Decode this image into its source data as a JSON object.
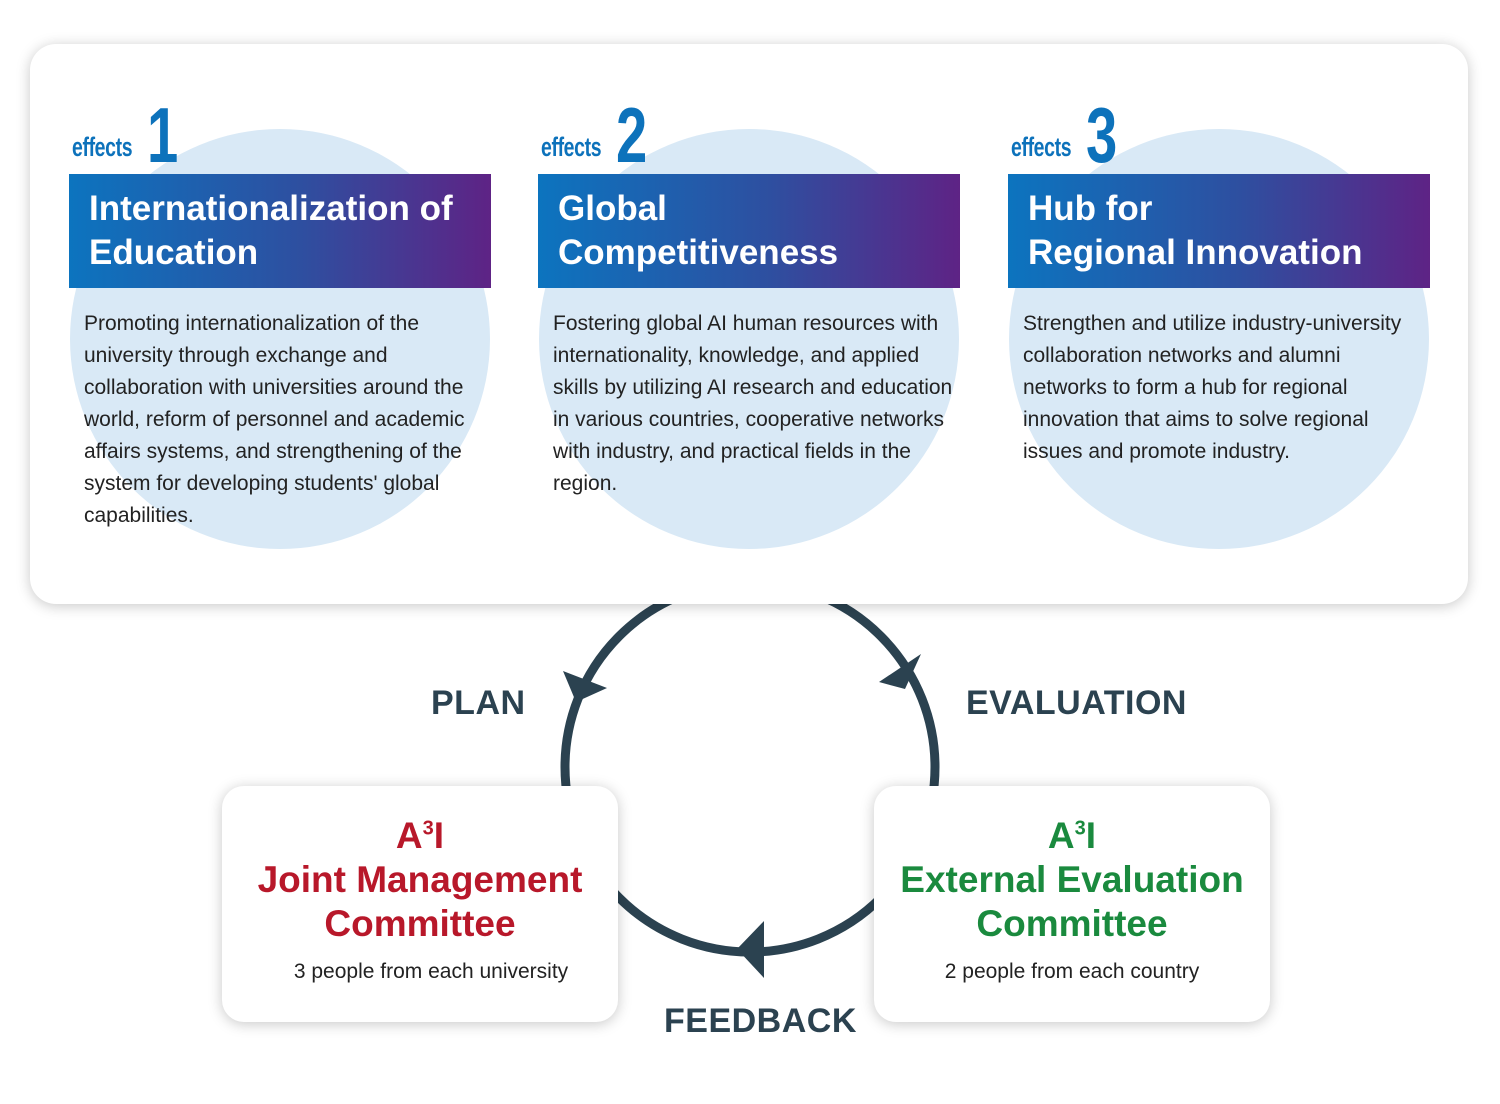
{
  "effects": [
    {
      "word": "effects",
      "number": "1",
      "title": "Internationalization of\nEducation",
      "description": "Promoting internationalization of the university through exchange and collaboration with universities around the world, reform of personnel and academic affairs systems, and strengthening of the system for developing students' global capabilities."
    },
    {
      "word": "effects",
      "number": "2",
      "title": "Global Competitiveness",
      "description": "Fostering global AI human resources with internationality, knowledge, and applied skills by utilizing AI research and education in various countries, cooperative networks with industry, and practical fields in the region."
    },
    {
      "word": "effects",
      "number": "3",
      "title": "Hub for\nRegional Innovation",
      "description": "Strengthen and utilize industry-university collaboration networks and alumni networks to form a hub for regional innovation that aims to solve regional issues and promote industry."
    }
  ],
  "cycle": {
    "plan": "PLAN",
    "evaluation": "EVALUATION",
    "feedback": "FEEDBACK",
    "arrow_color": "#2b4250"
  },
  "committees": {
    "joint": {
      "prefix": "A",
      "superscript": "3",
      "suffix": "I",
      "line2": "Joint Management",
      "line3": "Committee",
      "note": "3 people from each university",
      "color": "#b8182a"
    },
    "external": {
      "prefix": "A",
      "superscript": "3",
      "suffix": "I",
      "line2": "External Evaluation",
      "line3": "Committee",
      "note": "2 people from each country",
      "color": "#1a8a3e"
    }
  },
  "colors": {
    "accent_blue": "#0d72bb",
    "header_gradient_start": "#0c74bf",
    "header_gradient_end": "#5e2385",
    "circle_fill": "#d9e9f6"
  }
}
